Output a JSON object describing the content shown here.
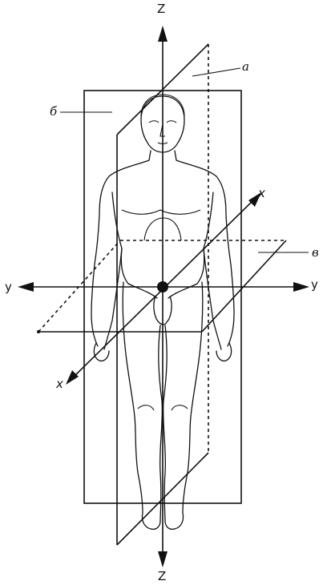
{
  "axes": {
    "z_top": "Z",
    "z_bottom": "Z",
    "y_left": "y",
    "y_right": "y",
    "x_top": "x",
    "x_bottom": "x"
  },
  "planes": {
    "a": "a",
    "b": "б",
    "v": "в"
  },
  "colors": {
    "ink": "#111111",
    "background": "#ffffff"
  }
}
